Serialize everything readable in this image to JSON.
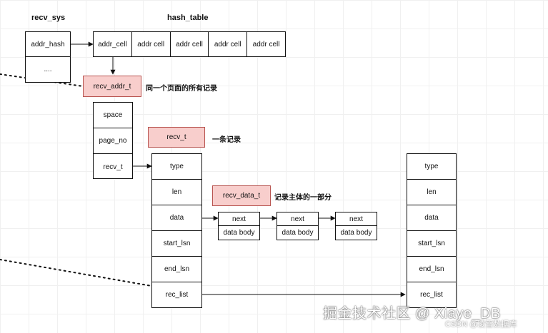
{
  "recv_sys": {
    "title": "recv_sys",
    "cells": [
      "addr_hash",
      "...."
    ]
  },
  "hash_table": {
    "title": "hash_table",
    "cells": [
      "addr_cell",
      "addr cell",
      "addr cell",
      "addr cell",
      "addr cell"
    ]
  },
  "recv_addr_t": {
    "label": "recv_addr_t",
    "note": "同一个页面的所有记录",
    "cells": [
      "space",
      "page_no",
      "recv_t"
    ]
  },
  "recv_t": {
    "label": "recv_t",
    "note": "一条记录",
    "cells": [
      "type",
      "len",
      "data",
      "start_lsn",
      "end_lsn",
      "rec_list"
    ]
  },
  "recv_t_next": {
    "cells": [
      "type",
      "len",
      "data",
      "start_lsn",
      "end_lsn",
      "rec_list"
    ]
  },
  "recv_data_t": {
    "label": "recv_data_t",
    "note": "记录主体的一部分",
    "blocks": [
      {
        "next": "next",
        "body": "data body"
      },
      {
        "next": "next",
        "body": "data body"
      },
      {
        "next": "next",
        "body": "data body"
      }
    ]
  },
  "watermark": {
    "main": "掘金技术社区 @ Xiaye_DB",
    "sub": "CSDN @凌雪数据库"
  },
  "colors": {
    "pink_fill": "#f8cecc",
    "pink_border": "#b85450",
    "line": "#111111"
  }
}
